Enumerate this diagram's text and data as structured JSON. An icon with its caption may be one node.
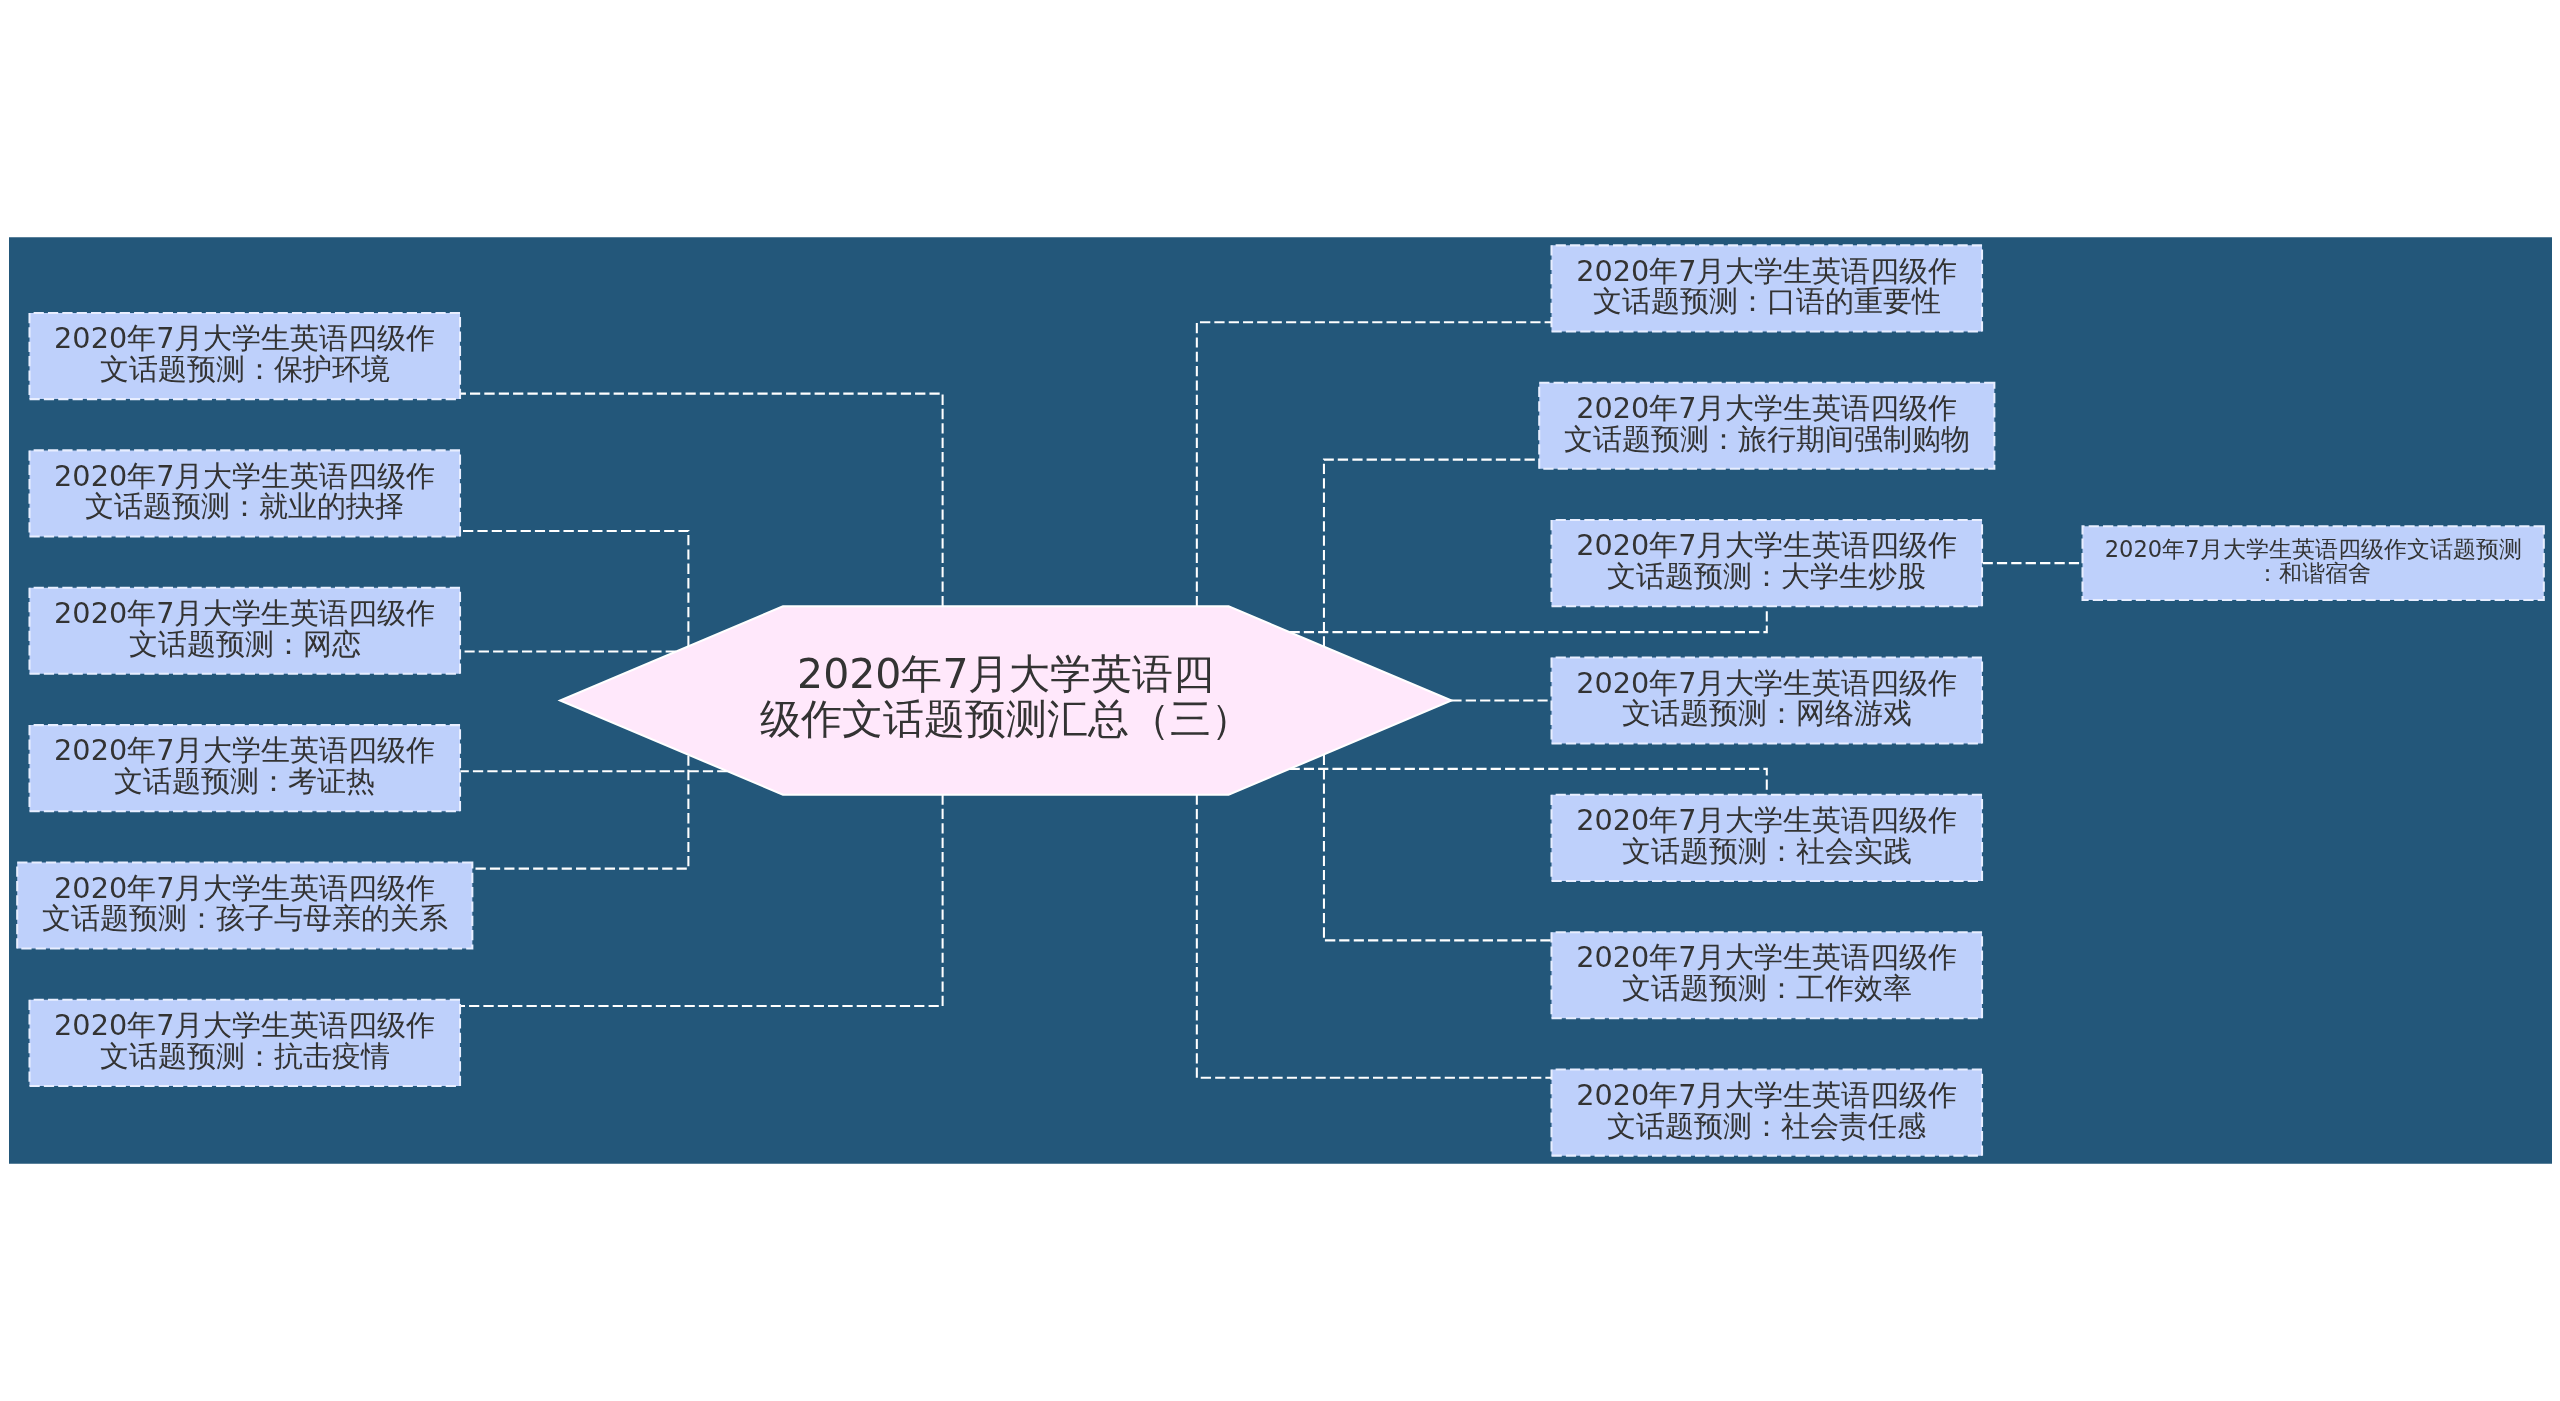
{
  "diagram": {
    "nodes": [
      {
        "text": [
          "2020年7月大学英语四级作文话题预测汇总（三）"
        ]
      },
      {
        "text": [
          "2020年7月大学生英语四级作文话题预测：保护环境"
        ]
      },
      {
        "text": [
          "2020年7月大学生英语四级作文话题预测：就业的抉择"
        ]
      },
      {
        "text": [
          "2020年7月大学生英语四级作文话题预测：网恋"
        ]
      },
      {
        "text": [
          "2020年7月大学生英语四级作文话题预测：考证热"
        ]
      },
      {
        "text": [
          "2020年7月大学生英语四级作文话题预测：孩子与母亲的关系"
        ]
      },
      {
        "text": [
          "2020年7月大学生英语四级作文话题预测：抗击疫情"
        ]
      },
      {
        "text": [
          "2020年7月大学生英语四级作文话题预测：口语的重要性"
        ]
      },
      {
        "text": [
          "2020年7月大学生英语四级作文话题预测：旅行期间强制购物"
        ]
      },
      {
        "text": [
          "2020年7月大学生英语四级作文话题预测：大学生炒股"
        ]
      },
      {
        "text": [
          "2020年7月大学生英语四级作文话题预测：网络游戏"
        ]
      },
      {
        "text": [
          "2020年7月大学生英语四级作文话题预测：社会实践"
        ]
      },
      {
        "text": [
          "2020年7月大学生英语四级作文话题预测：工作效率"
        ]
      },
      {
        "text": [
          "2020年7月大学生英语四级作文话题预测：社会责任感"
        ]
      },
      {
        "text": [
          "2020年7月大学生英语四级作文话题预测：和谐宿舍"
        ]
      }
    ],
    "edges": [
      {
        "from": 0,
        "to": 1,
        "arrow": "none",
        "style": "dashed"
      },
      {
        "from": 0,
        "to": 2,
        "arrow": "none",
        "style": "dashed"
      },
      {
        "from": 0,
        "to": 3,
        "arrow": "none",
        "style": "dashed"
      },
      {
        "from": 0,
        "to": 4,
        "arrow": "none",
        "style": "dashed"
      },
      {
        "from": 0,
        "to": 5,
        "arrow": "none",
        "style": "dashed"
      },
      {
        "from": 0,
        "to": 6,
        "arrow": "none",
        "style": "dashed"
      },
      {
        "from": 0,
        "to": 7,
        "arrow": "none",
        "style": "dashed"
      },
      {
        "from": 0,
        "to": 8,
        "arrow": "none",
        "style": "dashed"
      },
      {
        "from": 0,
        "to": 9,
        "arrow": "none",
        "style": "dashed"
      },
      {
        "from": 0,
        "to": 10,
        "arrow": "none",
        "style": "dashed"
      },
      {
        "from": 0,
        "to": 11,
        "arrow": "none",
        "style": "dashed"
      },
      {
        "from": 0,
        "to": 12,
        "arrow": "none",
        "style": "dashed"
      },
      {
        "from": 0,
        "to": 13,
        "arrow": "none",
        "style": "dashed"
      },
      {
        "from": 9,
        "to": 14,
        "arrow": "none",
        "style": "dashed"
      }
    ]
  }
}
